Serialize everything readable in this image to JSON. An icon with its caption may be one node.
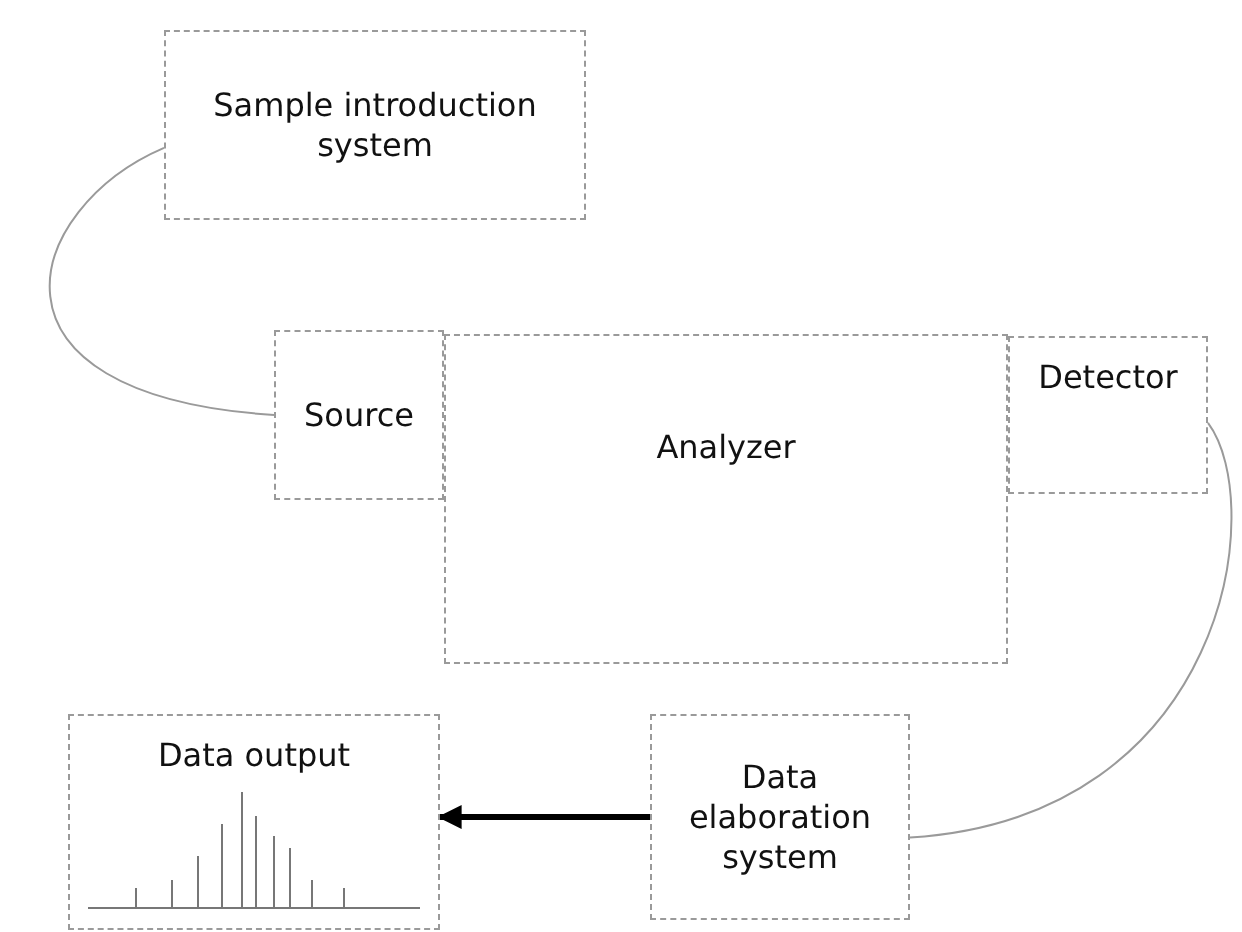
{
  "diagram": {
    "nodes": [
      {
        "text": [
          "Sample introduction system"
        ]
      },
      {
        "text": [
          "Source"
        ]
      },
      {
        "text": [
          "Analyzer"
        ]
      },
      {
        "text": [
          "Detector"
        ]
      },
      {
        "text": [
          "Data elaboration system"
        ]
      },
      {
        "text": [
          "Data output"
        ]
      }
    ],
    "edges": [
      {
        "from": 0,
        "to": 1,
        "arrow": "none"
      },
      {
        "from": 3,
        "to": 4,
        "arrow": "none"
      },
      {
        "from": 4,
        "to": 5,
        "arrow": "to",
        "style": "thick",
        "color": "#000000"
      }
    ]
  }
}
